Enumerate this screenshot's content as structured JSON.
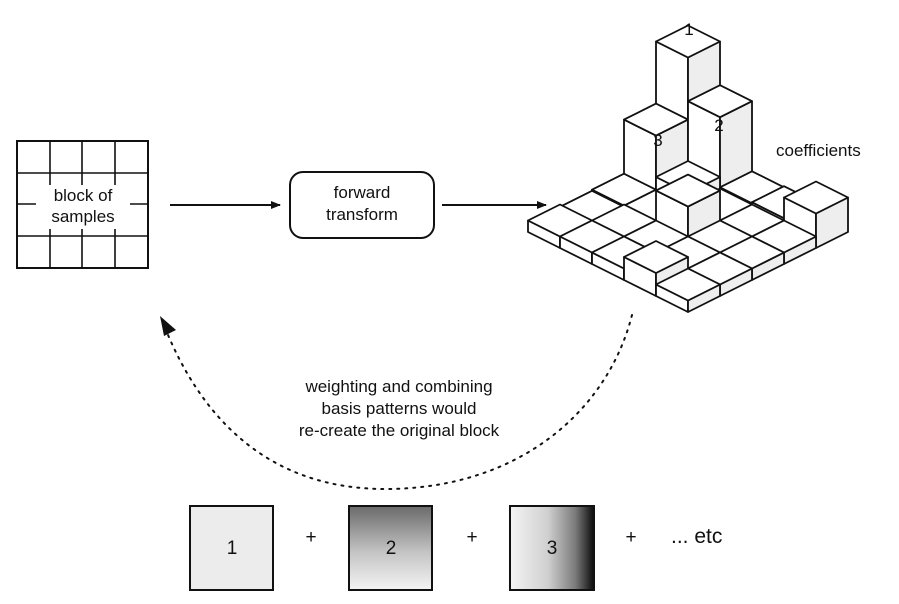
{
  "sample_block": {
    "label_line1": "block of",
    "label_line2": "samples"
  },
  "transform": {
    "label_line1": "forward",
    "label_line2": "transform"
  },
  "coefficients": {
    "label": "coefficients",
    "tower_labels": [
      "1",
      "2",
      "3"
    ]
  },
  "recombine_note": {
    "line1": "weighting and combining",
    "line2": "basis patterns would",
    "line3": "re-create the original block"
  },
  "basis_patterns": [
    {
      "label": "1"
    },
    {
      "label": "2"
    },
    {
      "label": "3"
    }
  ],
  "operators": {
    "plus": "+",
    "etc": "... etc"
  },
  "colors": {
    "stroke": "#111111",
    "face_top": "#ffffff",
    "face_left": "#ffffff",
    "face_right": "#eeeeee",
    "basis1": "#eeeeee"
  }
}
